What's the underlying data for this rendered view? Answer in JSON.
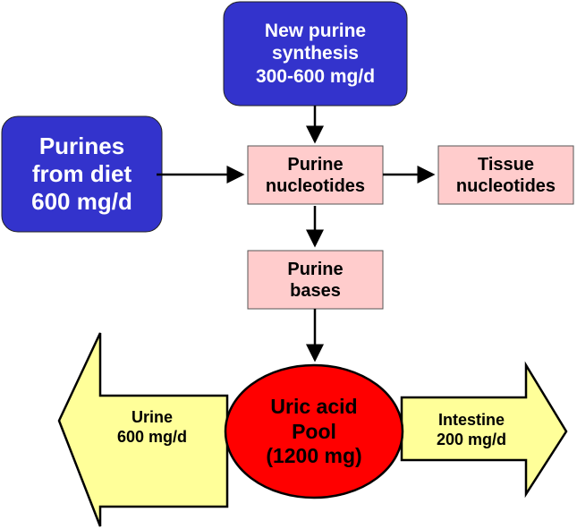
{
  "colors": {
    "blue_box": "#3333cc",
    "pink_box": "#ffcccc",
    "yellow_arrow": "#ffff99",
    "red_pool": "#ff0000"
  },
  "nodes": {
    "new_synthesis": {
      "line1": "New purine",
      "line2": "synthesis",
      "line3": "300-600 mg/d"
    },
    "diet": {
      "line1": "Purines",
      "line2": "from diet",
      "line3": "600 mg/d"
    },
    "nucleotides": {
      "line1": "Purine",
      "line2": "nucleotides"
    },
    "tissue": {
      "line1": "Tissue",
      "line2": "nucleotides"
    },
    "bases": {
      "line1": "Purine",
      "line2": "bases"
    },
    "pool": {
      "line1": "Uric acid",
      "line2": "Pool",
      "line3": "(1200 mg)"
    },
    "urine": {
      "line1": "Urine",
      "line2": "600 mg/d"
    },
    "intestine": {
      "line1": "Intestine",
      "line2": "200 mg/d"
    }
  }
}
